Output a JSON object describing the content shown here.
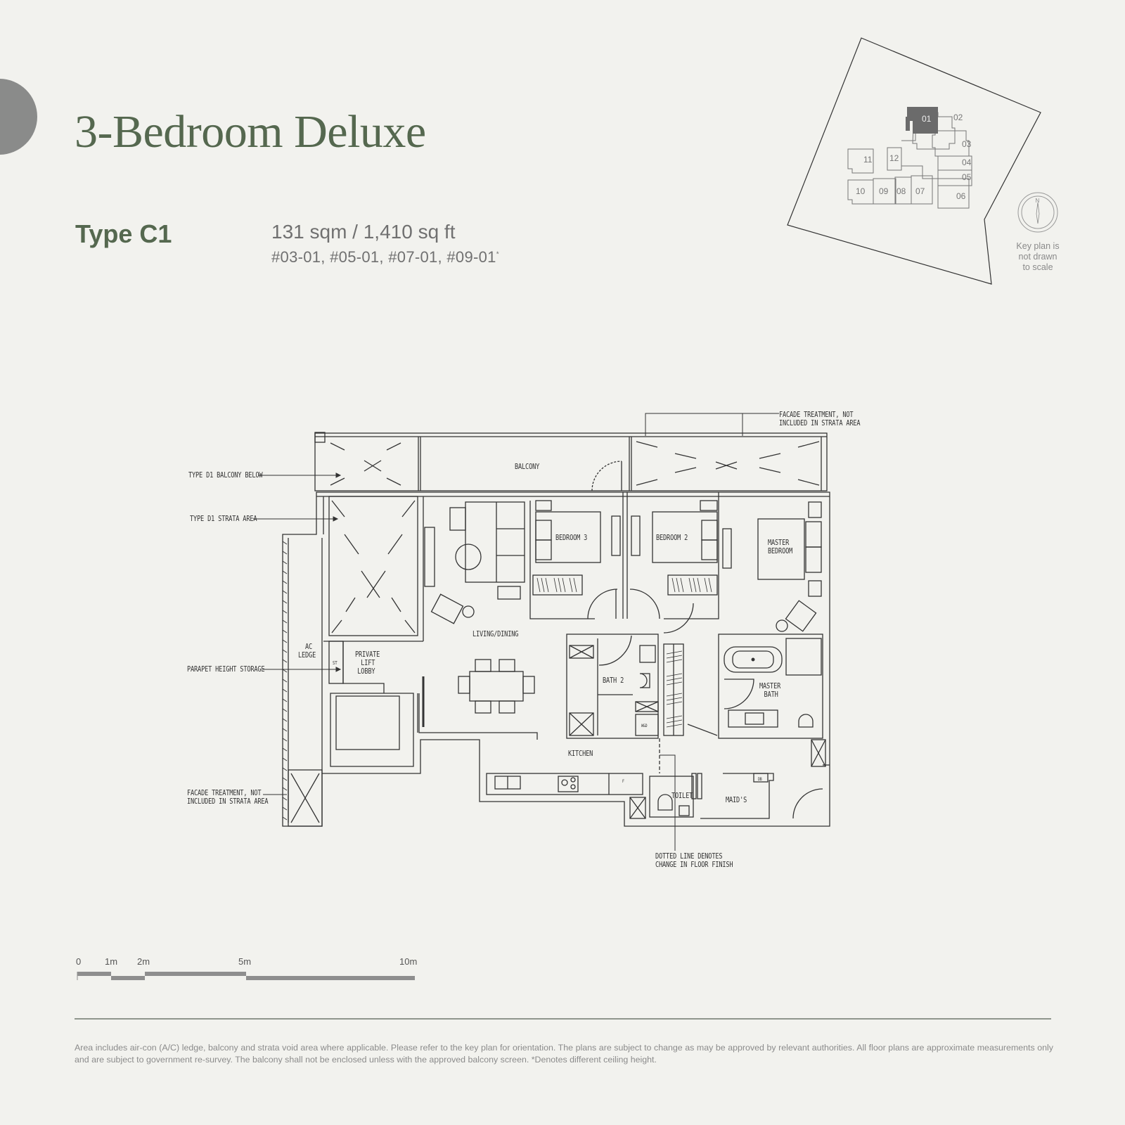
{
  "header": {
    "title": "3-Bedroom Deluxe",
    "type_label": "Type C1",
    "area": "131 sqm / 1,410 sq ft",
    "units": "#03-01, #05-01, #07-01, #09-01",
    "units_footnote_mark": "*"
  },
  "colors": {
    "accent_green": "#55684f",
    "background": "#f2f2ee",
    "highlight_unit": "#6b6b6b",
    "tab_circle": "#8a8b8a"
  },
  "key_plan": {
    "highlighted_unit": "01",
    "units": [
      "01",
      "02",
      "03",
      "04",
      "05",
      "06",
      "07",
      "08",
      "09",
      "10",
      "11",
      "12"
    ],
    "compass_label": "N",
    "note_lines": [
      "Key plan is",
      "not drawn",
      "to scale"
    ]
  },
  "floor_plan": {
    "rooms": {
      "balcony": "BALCONY",
      "bedroom3": "BEDROOM 3",
      "bedroom2": "BEDROOM 2",
      "master_bedroom_1": "MASTER",
      "master_bedroom_2": "BEDROOM",
      "living_dining": "LIVING/DINING",
      "ac_ledge_1": "AC",
      "ac_ledge_2": "LEDGE",
      "lift_lobby_1": "PRIVATE",
      "lift_lobby_2": "LIFT",
      "lift_lobby_3": "LOBBY",
      "storage_st": "ST",
      "bath2": "BATH 2",
      "master_bath_1": "MASTER",
      "master_bath_2": "BATH",
      "kitchen": "KITCHEN",
      "wd": "W&D",
      "fridge": "F",
      "toilet": "TOILET",
      "maids": "MAID'S",
      "db": "DB"
    },
    "annotations": {
      "facade_top_1": "FACADE TREATMENT, NOT",
      "facade_top_2": "INCLUDED IN STRATA AREA",
      "d1_balcony": "TYPE D1 BALCONY BELOW",
      "d1_strata": "TYPE D1 STRATA AREA",
      "parapet": "PARAPET HEIGHT STORAGE",
      "facade_left_1": "FACADE TREATMENT, NOT",
      "facade_left_2": "INCLUDED IN STRATA AREA",
      "dotted_1": "DOTTED LINE DENOTES",
      "dotted_2": "CHANGE IN FLOOR FINISH"
    }
  },
  "scale_bar": {
    "ticks": [
      "0",
      "1m",
      "2m",
      "5m",
      "10m"
    ]
  },
  "footer": {
    "disclaimer": "Area includes air-con (A/C) ledge, balcony and strata void area where applicable. Please refer to the key plan for orientation. The plans are subject to change as may be approved by relevant authorities. All floor plans are approximate measurements only and are subject to government re-survey. The balcony shall not be enclosed unless with the approved balcony screen. *Denotes different ceiling height."
  }
}
